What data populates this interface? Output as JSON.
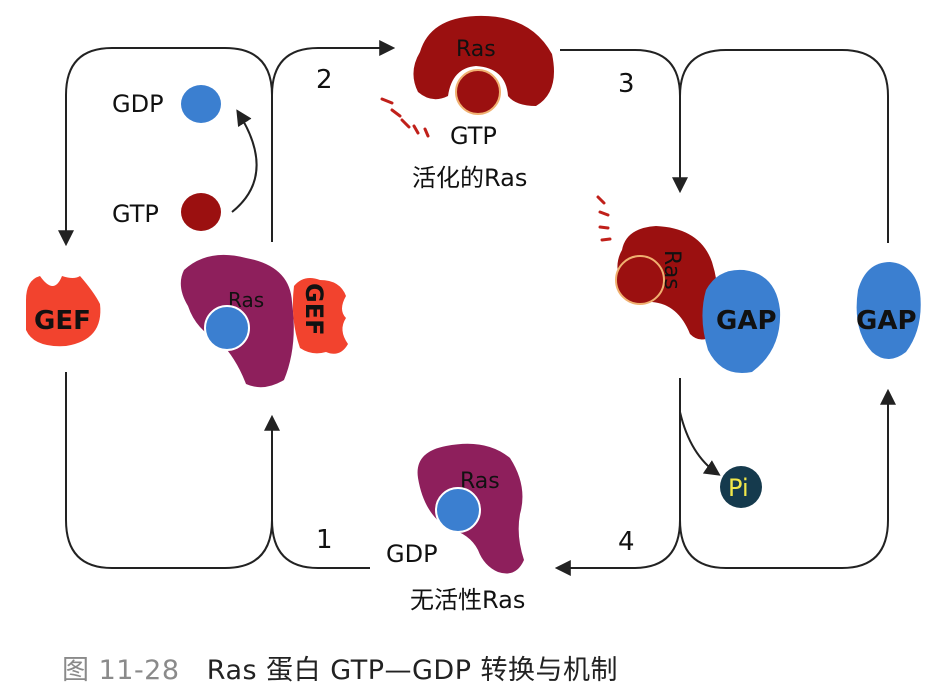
{
  "labels": {
    "gdp_top": "GDP",
    "gtp_left": "GTP",
    "gef_free": "GEF",
    "gef_complex": "GEF",
    "ras_complex": "Ras",
    "ras_active": "Ras",
    "gtp_active": "GTP",
    "active_ras": "活化的Ras",
    "ras_gap": "Ras",
    "gap_complex": "GAP",
    "gap_free": "GAP",
    "pi": "Pi",
    "ras_inactive": "Ras",
    "gdp_inactive": "GDP",
    "inactive_ras": "无活性Ras"
  },
  "steps": [
    "1",
    "2",
    "3",
    "4"
  ],
  "caption": {
    "prefix": "图 11-28",
    "text": "Ras 蛋白 GTP—GDP 转换与机制"
  },
  "colors": {
    "ras_active": "#9b1010",
    "ras_inactive": "#8e1f5c",
    "gdp": "#3b7fd0",
    "gtp": "#9b1010",
    "gef": "#f2432e",
    "gap": "#3b7fd0",
    "pi": "#153a4d",
    "pi_text": "#f2e84a"
  }
}
